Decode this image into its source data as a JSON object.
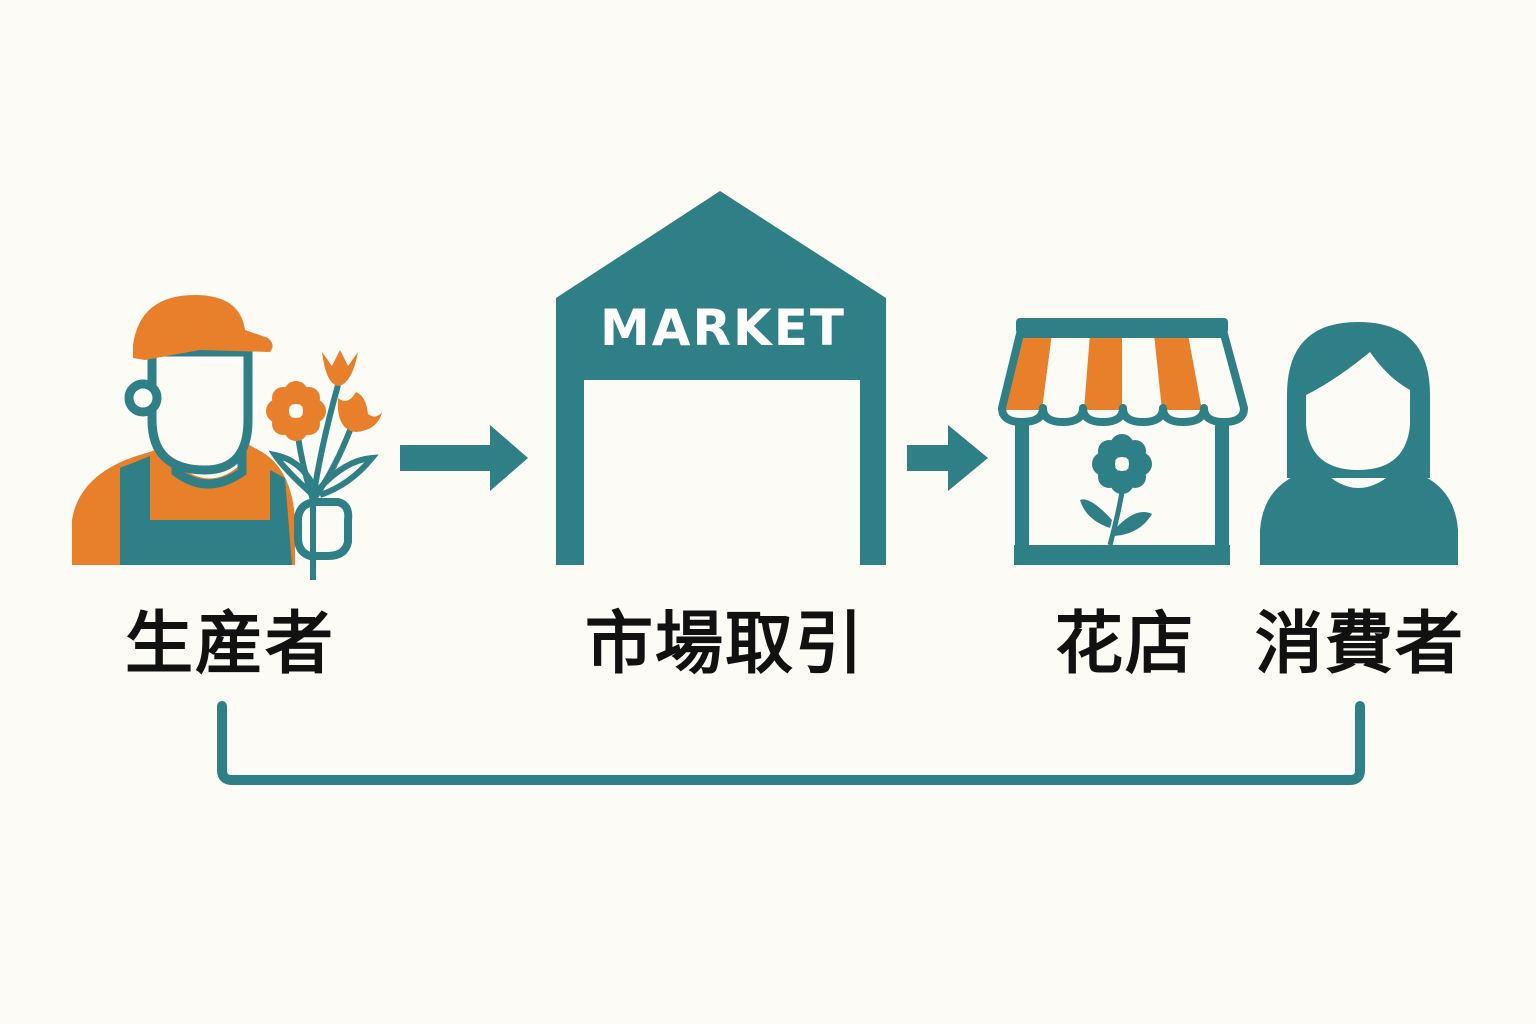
{
  "colors": {
    "teal": "#2f7f86",
    "orange": "#e87f2a",
    "background": "#fcfbf6",
    "text": "#111111",
    "white": "#ffffff"
  },
  "nodes": {
    "producer": {
      "label": "生産者",
      "icon": "farmer-with-flowers-icon"
    },
    "market": {
      "label": "市場取引",
      "sign": "MARKET",
      "icon": "market-building-icon"
    },
    "florist": {
      "label": "花店",
      "icon": "flower-shop-icon"
    },
    "consumer": {
      "label": "消費者",
      "icon": "consumer-woman-icon"
    }
  },
  "connections": [
    {
      "from": "producer",
      "to": "market",
      "type": "arrow"
    },
    {
      "from": "market",
      "to": "florist",
      "type": "arrow"
    },
    {
      "from": "producer",
      "to": "consumer",
      "type": "direct-bracket"
    }
  ]
}
